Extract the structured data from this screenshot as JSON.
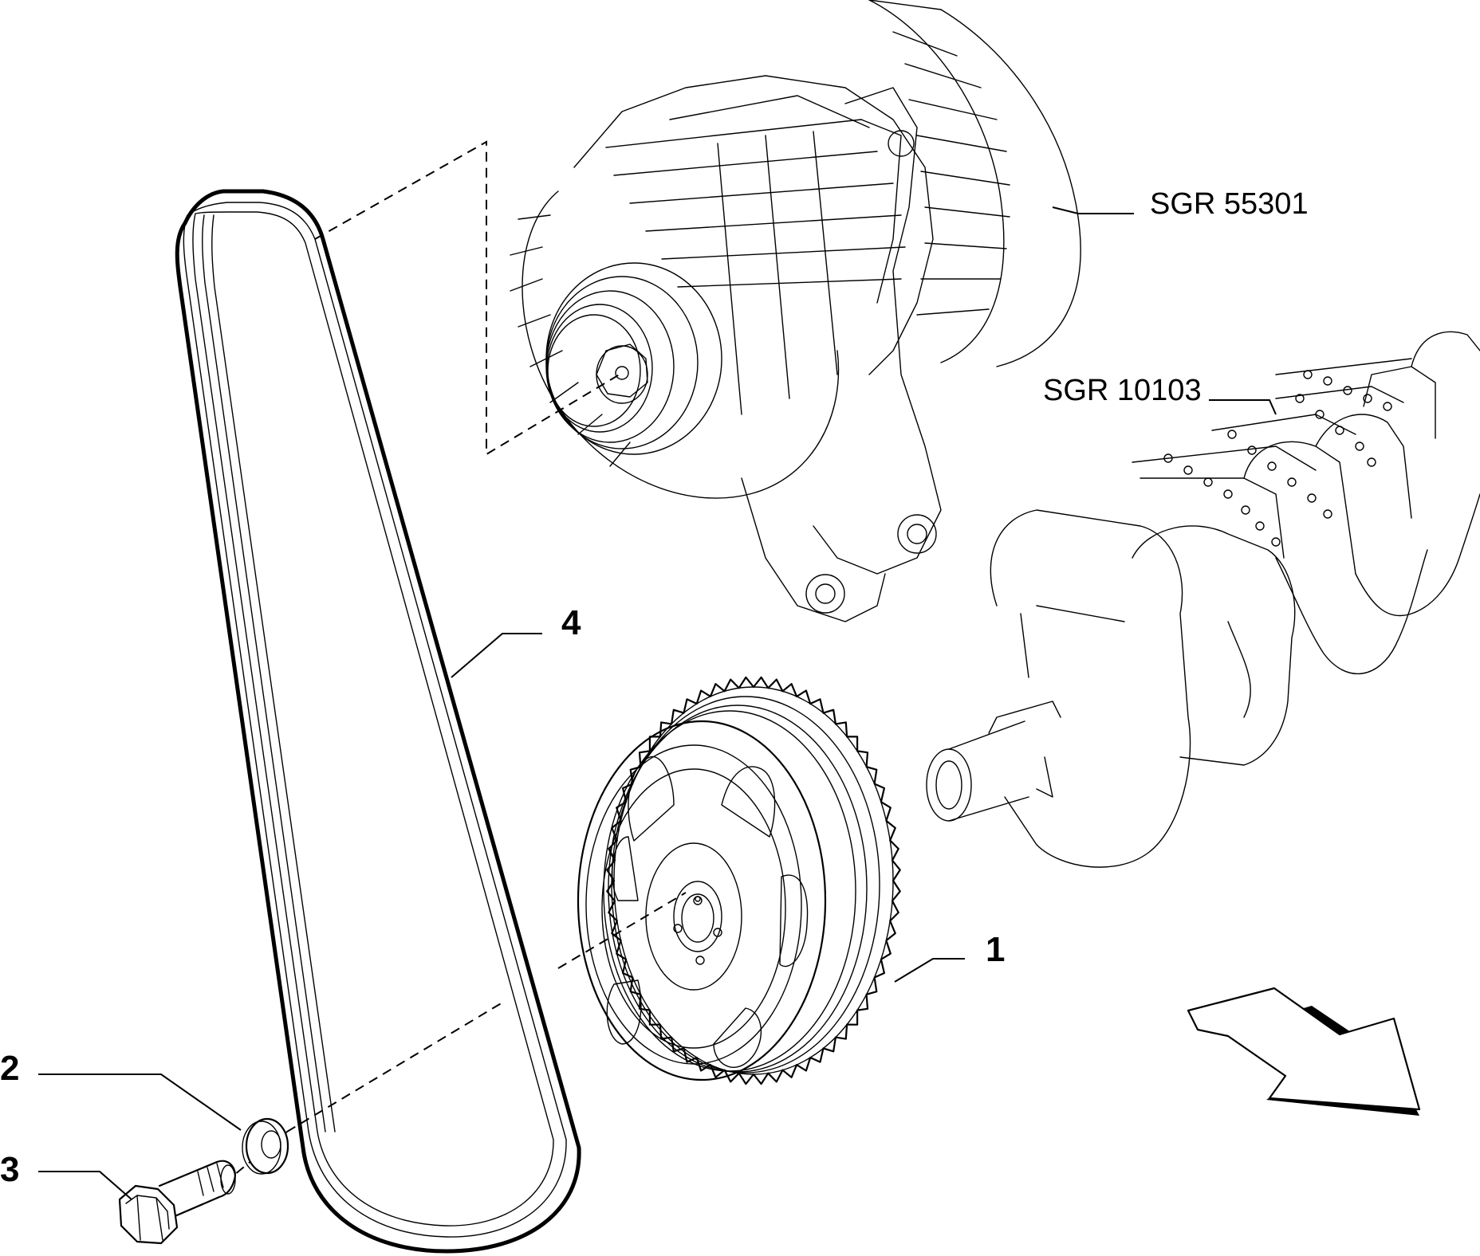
{
  "callouts": {
    "item1": "1",
    "item2": "2",
    "item3": "3",
    "item4": "4"
  },
  "references": {
    "alternator": "SGR 55301",
    "crankshaft": "SGR 10103"
  },
  "colors": {
    "line": "#000000",
    "background": "#ffffff"
  },
  "icons": {
    "direction": "front-direction-arrow"
  }
}
